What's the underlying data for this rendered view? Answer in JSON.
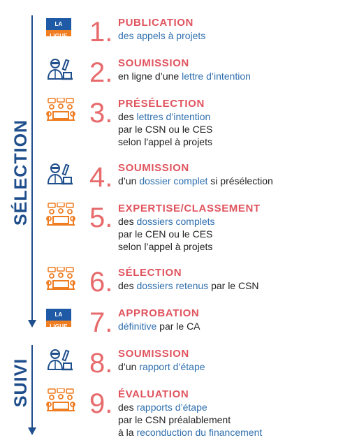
{
  "phases": {
    "selection": "SÉLECTION",
    "suivi": "SUIVI"
  },
  "logo_text": "LA LIGUE",
  "colors": {
    "accent": "#e0545e",
    "number": "#e76a6c",
    "blue": "#1f4e8c",
    "link": "#2f6fae",
    "orange": "#ef7d22"
  },
  "steps": [
    {
      "num": "1.",
      "icon": "la-ligue-logo",
      "title": "PUBLICATION",
      "lines": [
        [
          {
            "t": "des appels à projets",
            "h": true
          }
        ]
      ]
    },
    {
      "num": "2.",
      "icon": "researcher-microscope-icon",
      "title": "SOUMISSION",
      "lines": [
        [
          {
            "t": "en ligne d’une ",
            "h": false
          },
          {
            "t": "lettre d’intention",
            "h": true
          }
        ]
      ]
    },
    {
      "num": "3.",
      "icon": "committee-meeting-icon",
      "title": "PRÉSÉLECTION",
      "lines": [
        [
          {
            "t": "des ",
            "h": false
          },
          {
            "t": "lettres d’intention",
            "h": true
          }
        ],
        [
          {
            "t": "par le CSN ou le CES",
            "h": false
          }
        ],
        [
          {
            "t": "selon l'appel à projets",
            "h": false
          }
        ]
      ]
    },
    {
      "num": "4.",
      "icon": "researcher-microscope-icon",
      "title": "SOUMISSION",
      "lines": [
        [
          {
            "t": "d’un ",
            "h": false
          },
          {
            "t": "dossier complet",
            "h": true
          },
          {
            "t": " si présélection",
            "h": false
          }
        ]
      ]
    },
    {
      "num": "5.",
      "icon": "committee-meeting-icon",
      "title": "EXPERTISE/CLASSEMENT",
      "lines": [
        [
          {
            "t": "des ",
            "h": false
          },
          {
            "t": "dossiers complets",
            "h": true
          }
        ],
        [
          {
            "t": "par le CEN ou le CES",
            "h": false
          }
        ],
        [
          {
            "t": "selon l’appel à projets",
            "h": false
          }
        ]
      ]
    },
    {
      "num": "6.",
      "icon": "committee-meeting-icon",
      "title": "SÉLECTION",
      "lines": [
        [
          {
            "t": "des ",
            "h": false
          },
          {
            "t": "dossiers retenus",
            "h": true
          },
          {
            "t": " par le CSN",
            "h": false
          }
        ]
      ]
    },
    {
      "num": "7.",
      "icon": "la-ligue-logo",
      "title": "APPROBATION",
      "lines": [
        [
          {
            "t": "définitive",
            "h": true
          },
          {
            "t": " par le CA",
            "h": false
          }
        ]
      ]
    },
    {
      "num": "8.",
      "icon": "researcher-microscope-icon",
      "title": "SOUMISSION",
      "lines": [
        [
          {
            "t": "d’un ",
            "h": false
          },
          {
            "t": "rapport d’étape",
            "h": true
          }
        ]
      ]
    },
    {
      "num": "9.",
      "icon": "committee-meeting-icon",
      "title": "ÉVALUATION",
      "lines": [
        [
          {
            "t": "des ",
            "h": false
          },
          {
            "t": "rapports d’étape",
            "h": true
          }
        ],
        [
          {
            "t": "par le CSN préalablement",
            "h": false
          }
        ],
        [
          {
            "t": "à la ",
            "h": false
          },
          {
            "t": "reconduction du financement",
            "h": true
          }
        ]
      ]
    }
  ]
}
